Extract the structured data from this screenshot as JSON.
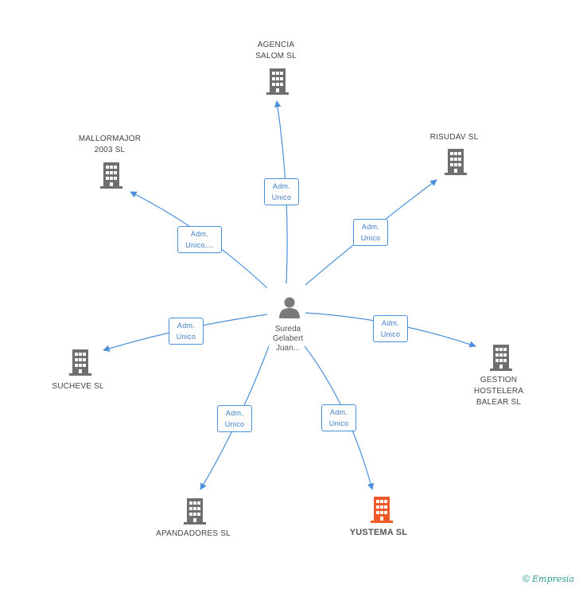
{
  "center": {
    "name_lines": [
      "Sureda",
      "Gelabert",
      "Juan..."
    ],
    "icon": "person-icon"
  },
  "nodes": [
    {
      "id": "agencia",
      "lines": [
        "AGENCIA",
        "SALOM SL"
      ],
      "highlight": false,
      "role": "Adm. Unico"
    },
    {
      "id": "mallormajor",
      "lines": [
        "MALLORMAJOR",
        "2003 SL"
      ],
      "highlight": false,
      "role": "Adm. Unico,..."
    },
    {
      "id": "risudav",
      "lines": [
        "RISUDAV SL"
      ],
      "highlight": false,
      "role": "Adm. Unico"
    },
    {
      "id": "sucheve",
      "lines": [
        "SUCHEVE SL"
      ],
      "highlight": false,
      "role": "Adm. Unico"
    },
    {
      "id": "gestion",
      "lines": [
        "GESTION",
        "HOSTELERA",
        "BALEAR SL"
      ],
      "highlight": false,
      "role": "Adm. Unico"
    },
    {
      "id": "apandadores",
      "lines": [
        "APANDADORES SL"
      ],
      "highlight": false,
      "role": "Adm. Unico"
    },
    {
      "id": "yustema",
      "lines": [
        "YUSTEMA SL"
      ],
      "highlight": true,
      "role": "Adm. Unico"
    }
  ],
  "colors": {
    "edge": "#4a90d9",
    "building": "#6e6e6e",
    "highlight_building": "#f05a28",
    "person": "#7a7a7a"
  },
  "footer": {
    "copyright": "©",
    "brand": "Empresia"
  }
}
